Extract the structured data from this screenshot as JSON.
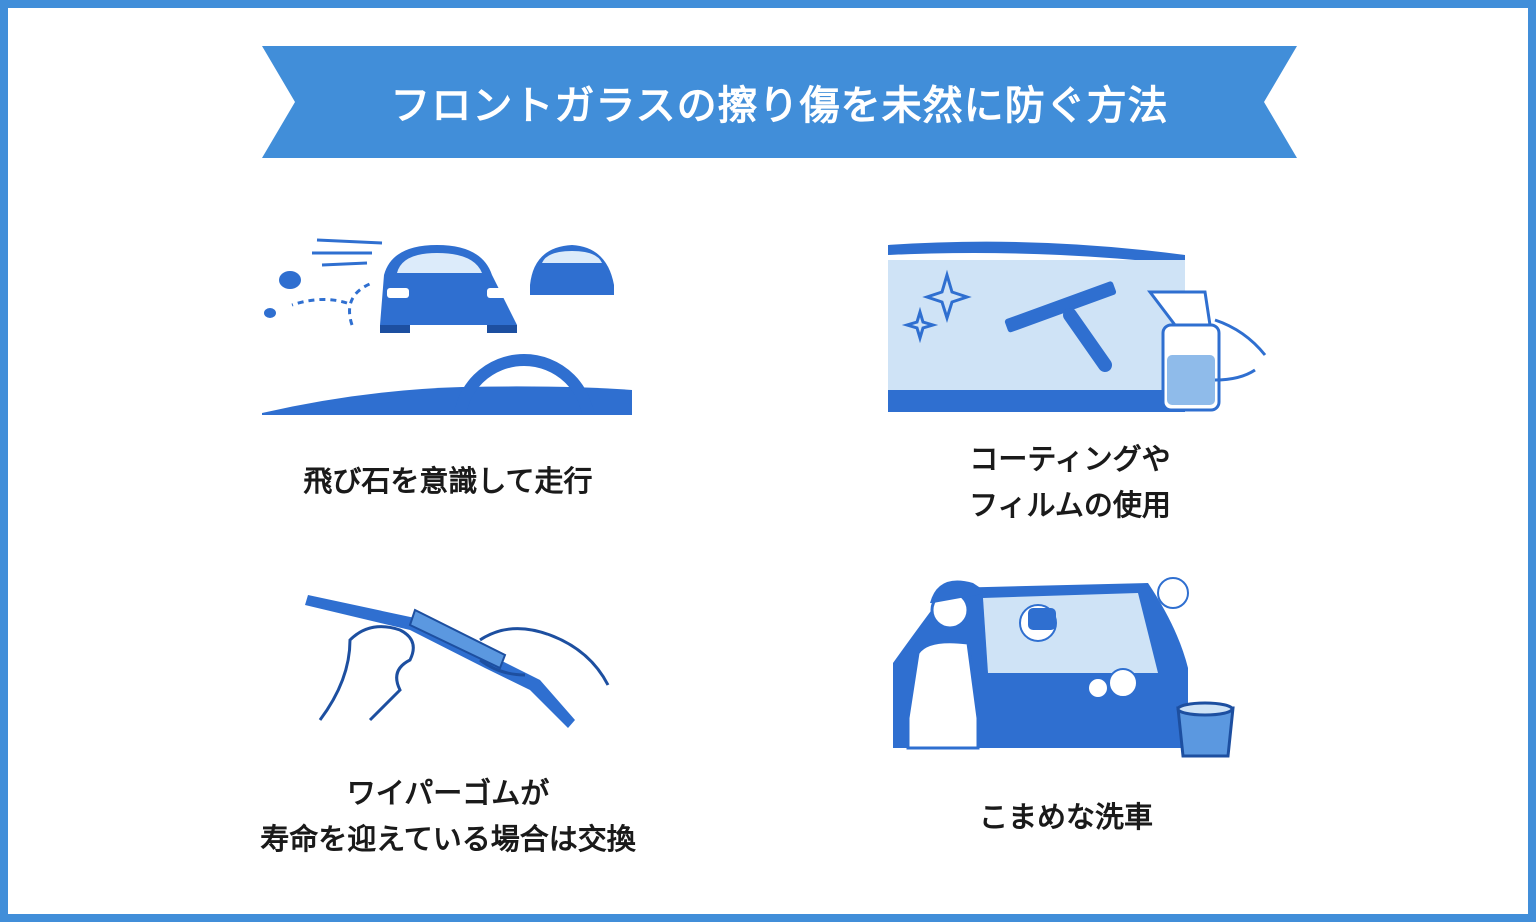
{
  "title": "フロントガラスの擦り傷を未然に防ぐ方法",
  "colors": {
    "accent": "#418ed9",
    "illustration": "#2f6fd0",
    "light": "#cfe3f6"
  },
  "items": [
    {
      "caption_lines": [
        "飛び石を意識して走行"
      ],
      "icon": "cars-driving-illustration"
    },
    {
      "caption_lines": [
        "コーティングや",
        "フィルムの使用"
      ],
      "icon": "windshield-coating-illustration"
    },
    {
      "caption_lines": [
        "ワイパーゴムが",
        "寿命を迎えている場合は交換"
      ],
      "icon": "wiper-blade-illustration"
    },
    {
      "caption_lines": [
        "こまめな洗車"
      ],
      "icon": "car-wash-illustration"
    }
  ]
}
